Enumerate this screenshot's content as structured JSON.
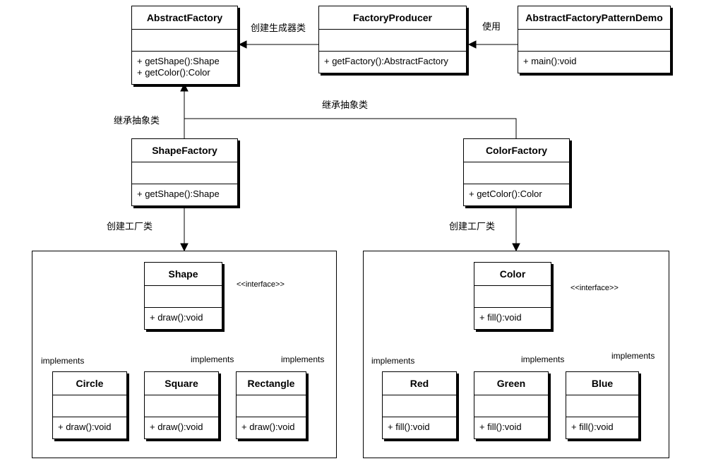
{
  "classes": {
    "abstract_factory": {
      "name": "AbstractFactory",
      "methods": [
        "+ getShape():Shape",
        "+ getColor():Color"
      ]
    },
    "factory_producer": {
      "name": "FactoryProducer",
      "methods": [
        "+ getFactory():AbstractFactory"
      ]
    },
    "demo": {
      "name": "AbstractFactoryPatternDemo",
      "methods": [
        "+ main():void"
      ]
    },
    "shape_factory": {
      "name": "ShapeFactory",
      "methods": [
        "+ getShape():Shape"
      ]
    },
    "color_factory": {
      "name": "ColorFactory",
      "methods": [
        "+ getColor():Color"
      ]
    },
    "shape": {
      "name": "Shape",
      "methods": [
        "+ draw():void"
      ]
    },
    "circle": {
      "name": "Circle",
      "methods": [
        "+ draw():void"
      ]
    },
    "square": {
      "name": "Square",
      "methods": [
        "+ draw():void"
      ]
    },
    "rectangle": {
      "name": "Rectangle",
      "methods": [
        "+ draw():void"
      ]
    },
    "color": {
      "name": "Color",
      "methods": [
        "+ fill():void"
      ]
    },
    "red": {
      "name": "Red",
      "methods": [
        "+ fill():void"
      ]
    },
    "green": {
      "name": "Green",
      "methods": [
        "+ fill():void"
      ]
    },
    "blue": {
      "name": "Blue",
      "methods": [
        "+ fill():void"
      ]
    }
  },
  "labels": {
    "create_generator": "创建生成器类",
    "use": "使用",
    "inherit_left": "继承抽象类",
    "inherit_right": "继承抽象类",
    "create_factory_left": "创建工厂类",
    "create_factory_right": "创建工厂类",
    "shape_stereotype": "<<interface>>",
    "color_stereotype": "<<interface>>",
    "impl_circle": "implements",
    "impl_square": "implements",
    "impl_rectangle": "implements",
    "impl_red": "implements",
    "impl_green": "implements",
    "impl_blue": "implements"
  }
}
